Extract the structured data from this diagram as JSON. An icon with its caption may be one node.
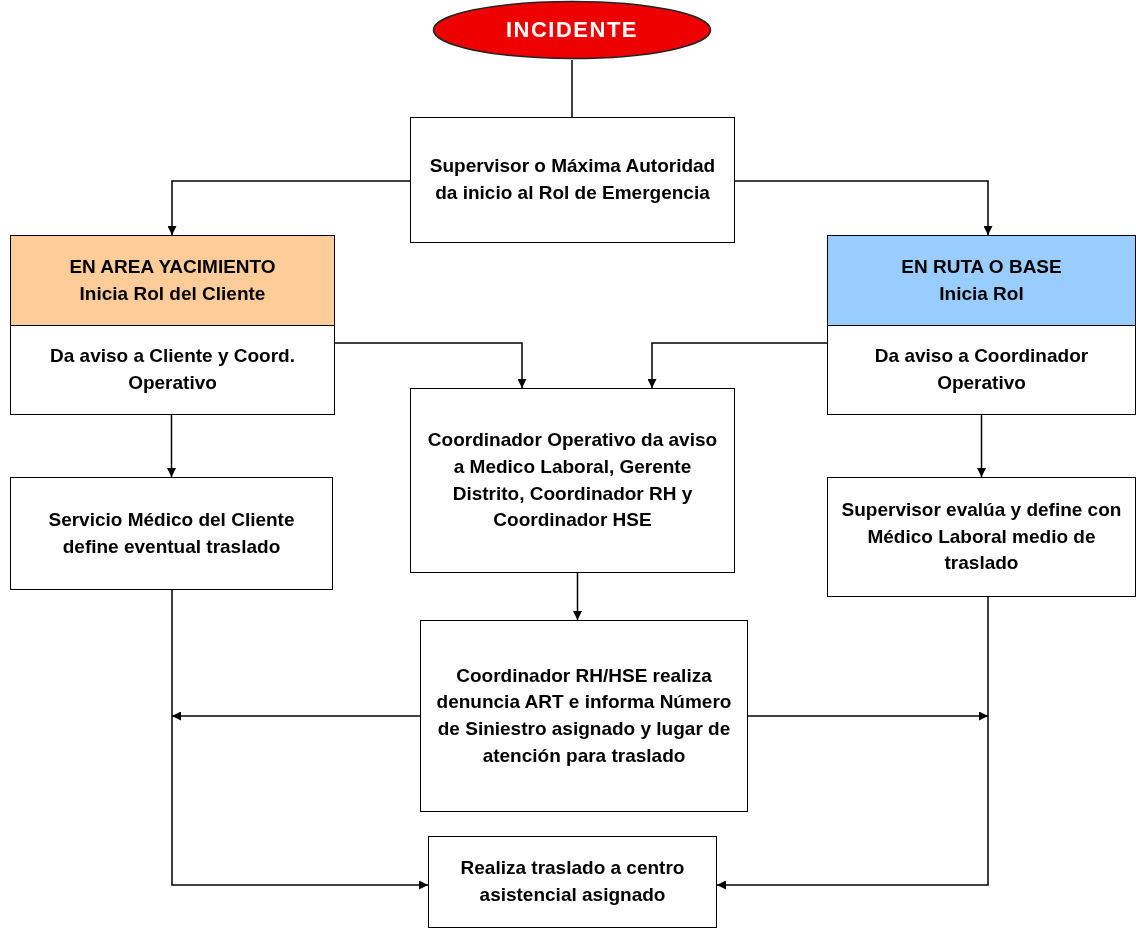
{
  "diagram": {
    "nodes": [
      {
        "text": [
          "INCIDENTE"
        ]
      },
      {
        "text": [
          "Supervisor o Máxima Autoridad da inicio al Rol de Emergencia"
        ]
      },
      {
        "text": [
          "EN AREA YACIMIENTO",
          "Inicia Rol del Cliente"
        ]
      },
      {
        "text": [
          "Da aviso a Cliente y Coord. Operativo"
        ]
      },
      {
        "text": [
          "EN RUTA O BASE",
          "Inicia Rol"
        ]
      },
      {
        "text": [
          "Da aviso a Coordinador Operativo"
        ]
      },
      {
        "text": [
          "Servicio Médico del Cliente define eventual traslado"
        ]
      },
      {
        "text": [
          "Coordinador Operativo da aviso a Medico Laboral, Gerente Distrito, Coordinador RH y Coordinador HSE"
        ]
      },
      {
        "text": [
          "Supervisor evalúa y define con Médico Laboral medio de traslado"
        ]
      },
      {
        "text": [
          "Coordinador RH/HSE realiza denuncia ART e informa Número de Siniestro asignado y lugar de atención para traslado"
        ]
      },
      {
        "text": [
          "Realiza traslado a centro asistencial asignado"
        ]
      }
    ],
    "edges": [
      {
        "from": 0,
        "to": 1,
        "arrow": "none"
      },
      {
        "from": 1,
        "to": 2,
        "arrow": "to"
      },
      {
        "from": 1,
        "to": 4,
        "arrow": "to"
      },
      {
        "from": 3,
        "to": 7,
        "arrow": "to"
      },
      {
        "from": 5,
        "to": 7,
        "arrow": "to"
      },
      {
        "from": 3,
        "to": 6,
        "arrow": "to"
      },
      {
        "from": 5,
        "to": 8,
        "arrow": "to"
      },
      {
        "from": 7,
        "to": 9,
        "arrow": "to"
      },
      {
        "from": 9,
        "to": null,
        "arrow": "to"
      },
      {
        "from": 9,
        "to": null,
        "arrow": "to"
      },
      {
        "from": 6,
        "to": 10,
        "arrow": "to"
      },
      {
        "from": 8,
        "to": 10,
        "arrow": "to"
      }
    ]
  }
}
